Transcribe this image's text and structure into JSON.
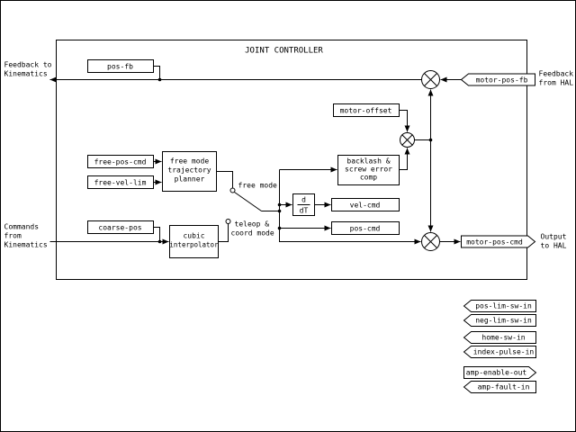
{
  "title": "JOINT CONTROLLER",
  "colors": {
    "ink": "#000000",
    "paper": "#ffffff"
  },
  "outside_labels": {
    "feedback_to_kinematics": [
      "Feedback to",
      "Kinematics"
    ],
    "commands_from_kinematics": [
      "Commands",
      "from",
      "Kinematics"
    ],
    "feedback_from_hal": [
      "Feedback",
      "from HAL"
    ],
    "output_to_hal": [
      "Output",
      "to HAL"
    ]
  },
  "mode_switch": {
    "free_mode_label": "free mode",
    "teleop_coord_label": [
      "teleop &",
      "coord mode"
    ]
  },
  "blocks": {
    "pos_fb": "pos-fb",
    "motor_offset": "motor-offset",
    "free_pos_cmd": "free-pos-cmd",
    "free_vel_lim": "free-vel-lim",
    "coarse_pos": "coarse-pos",
    "vel_cmd": "vel-cmd",
    "pos_cmd": "pos-cmd",
    "trajectory_planner": [
      "free mode",
      "trajectory",
      "planner"
    ],
    "cubic_interpolator": [
      "cubic",
      "interpolator"
    ],
    "backlash_comp": [
      "backlash &",
      "screw error",
      "comp"
    ],
    "derivative": {
      "numerator": "d",
      "denominator": "dT"
    }
  },
  "hal_pins": {
    "motor_pos_fb": {
      "label": "motor-pos-fb",
      "direction": "in"
    },
    "motor_pos_cmd": {
      "label": "motor-pos-cmd",
      "direction": "out"
    },
    "bottom_pins": [
      {
        "label": "pos-lim-sw-in",
        "direction": "in"
      },
      {
        "label": "neg-lim-sw-in",
        "direction": "in"
      },
      {
        "label": "home-sw-in",
        "direction": "in"
      },
      {
        "label": "index-pulse-in",
        "direction": "in"
      },
      {
        "label": "amp-enable-out",
        "direction": "out"
      },
      {
        "label": "amp-fault-in",
        "direction": "in"
      }
    ]
  }
}
